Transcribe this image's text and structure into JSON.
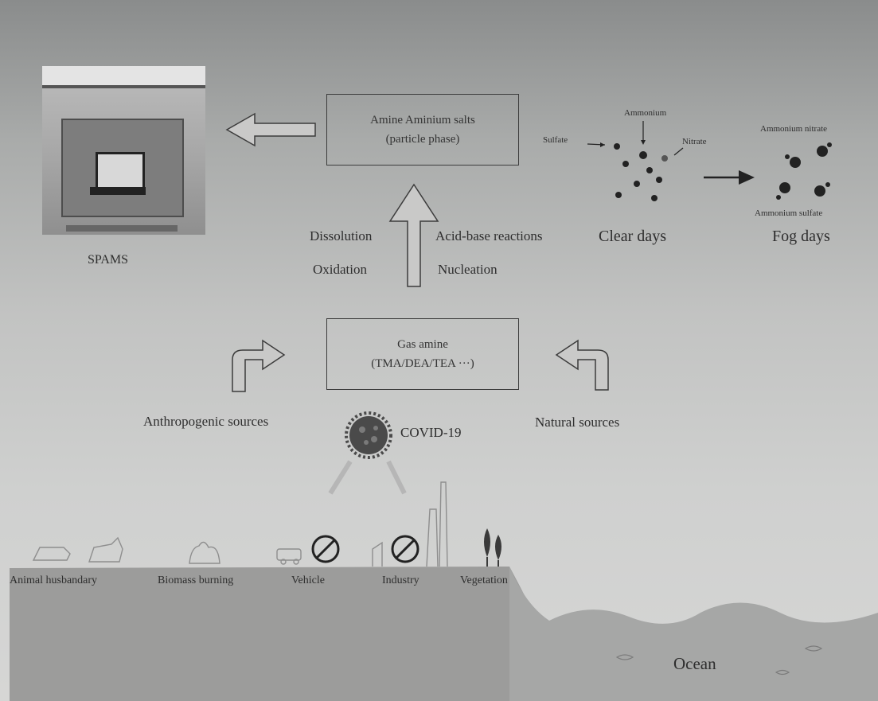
{
  "instrument": {
    "name": "SPAMS"
  },
  "particle_box": {
    "line1": "Amine Aminium salts",
    "line2": "(particle phase)"
  },
  "gas_box": {
    "line1": "Gas amine",
    "line2": "(TMA/DEA/TEA ···)"
  },
  "processes": {
    "left": [
      "Dissolution",
      "Oxidation"
    ],
    "right": [
      "Acid-base reactions",
      "Nucleation"
    ]
  },
  "particles": {
    "sulfate": "Sulfate",
    "ammonium": "Ammonium",
    "nitrate": "Nitrate",
    "clear_days": "Clear days",
    "fog_days": "Fog days",
    "ammonium_nitrate": "Ammonium nitrate",
    "ammonium_sulfate": "Ammonium sulfate"
  },
  "sources": {
    "anthropogenic": "Anthropogenic sources",
    "natural": "Natural sources",
    "covid": "COVID-19"
  },
  "ground_labels": [
    "Animal husbandary",
    "Biomass burning",
    "Vehicle",
    "Industry",
    "Vegetation"
  ],
  "ocean": "Ocean",
  "colors": {
    "ink": "#2e2e2e",
    "ground": "#9a9a99",
    "sea": "#a3a4a3",
    "virus": "#4a4a4a"
  }
}
